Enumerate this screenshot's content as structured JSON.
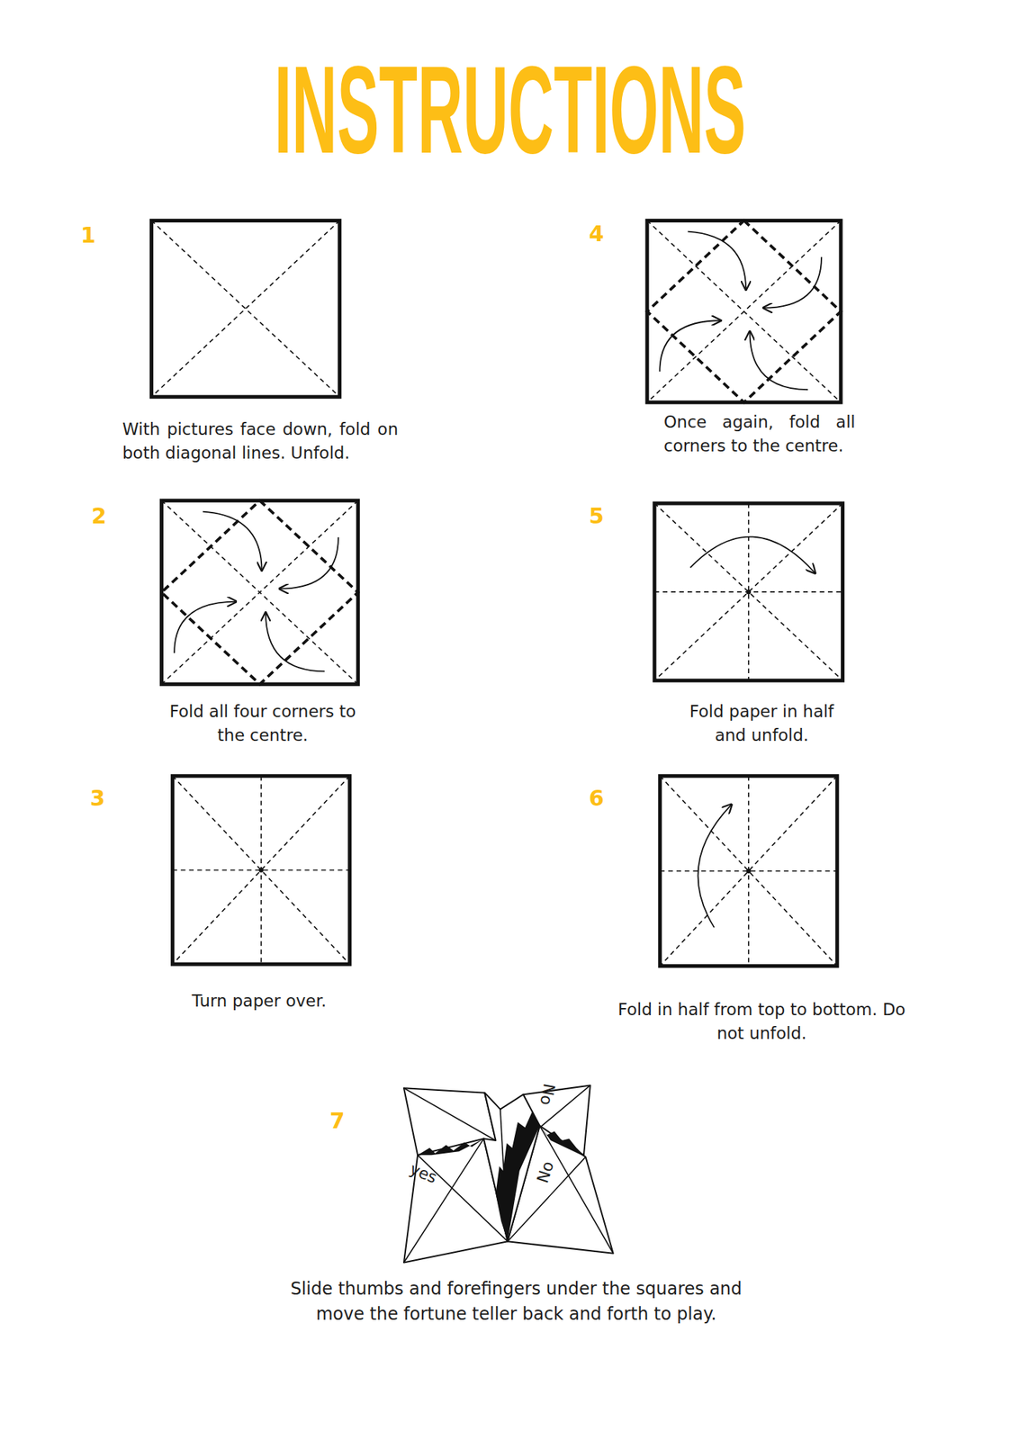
{
  "diagram": {
    "title": "INSTRUCTIONS",
    "labels": [
      "1",
      "With pictures face down, fold on both diagonal lines. Unfold.",
      "2",
      "Fold all four corners to the centre.",
      "3",
      "Turn paper over.",
      "4",
      "Once again, fold all corners to the centre.",
      "5",
      "Fold paper in half and unfold.",
      "6",
      "Fold in half from top to bottom. Do not unfold.",
      "7",
      "yes",
      "No",
      "No",
      "Slide thumbs and forefingers under the squares and move the fortune teller back and forth to play."
    ]
  }
}
